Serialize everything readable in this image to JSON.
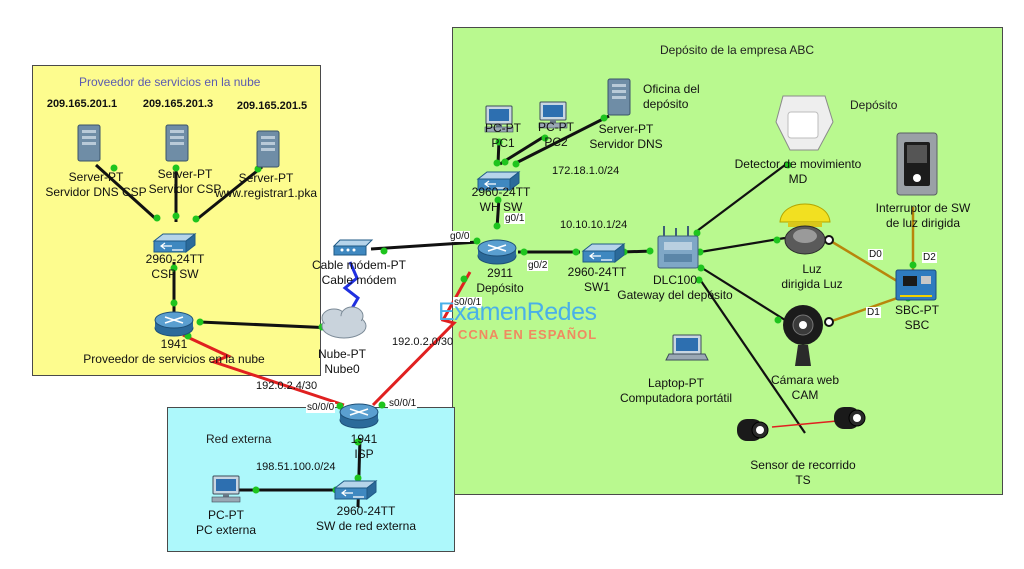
{
  "areas": {
    "cloud": "Proveedor de servicios en la nube",
    "abc": "Depósito de la empresa ABC",
    "external": "Red externa",
    "deposito_zone": "Depósito"
  },
  "networks": {
    "dns_ip": "209.165.201.1",
    "csp_ip": "209.165.201.3",
    "registrar_ip": "209.165.201.5",
    "wh_lan": "172.18.1.0/24",
    "iot_lan": "10.10.10.1/24",
    "isp_wan_dep": "192.0.2.0/30",
    "isp_wan_cloud": "192.0.2.4/30",
    "ext_lan": "198.51.100.0/24"
  },
  "ports": {
    "g00": "g0/0",
    "g01": "g0/1",
    "g02": "g0/2",
    "s001_dep": "s0/0/1",
    "s000_isp": "s0/0/0",
    "s001_isp": "s0/0/1",
    "d0": "D0",
    "d1": "D1",
    "d2": "D2"
  },
  "devices": {
    "dns_server": {
      "model": "Server-PT",
      "name": "Servidor DNS CSP"
    },
    "csp_server": {
      "model": "Server-PT",
      "name": "Servidor CSP"
    },
    "reg_server": {
      "model": "Server-PT",
      "name": "www.registrar1.pka"
    },
    "csp_sw": {
      "model": "2960-24TT",
      "name": "CSP SW"
    },
    "csp_router": {
      "model": "1941",
      "name": "Proveedor de servicios en la nube"
    },
    "cable_modem": {
      "model": "Cable módem-PT",
      "name": "Cable módem"
    },
    "cloud": {
      "model": "Nube-PT",
      "name": "Nube0"
    },
    "pc1": {
      "model": "PC-PT",
      "name": "PC1"
    },
    "pc2": {
      "model": "PC-PT",
      "name": "PC2"
    },
    "wh_dns": {
      "model": "Server-PT",
      "name": "Servidor DNS"
    },
    "office": "Oficina del depósito",
    "wh_sw": {
      "model": "2960-24TT",
      "name": "WH SW"
    },
    "dep_router": {
      "model": "2911",
      "name": "Depósito"
    },
    "sw1": {
      "model": "2960-24TT",
      "name": "SW1"
    },
    "dlc": {
      "model": "DLC100",
      "name": "Gateway del depósito"
    },
    "motion": {
      "name": "Detector de movimiento",
      "id": "MD"
    },
    "light": {
      "name": "Luz",
      "id": "dirigida Luz"
    },
    "switch_sw": {
      "name": "Interruptor de SW",
      "id": "de luz dirigida"
    },
    "sbc": {
      "model": "SBC-PT",
      "name": "SBC"
    },
    "webcam": {
      "name": "Cámara web",
      "id": "CAM"
    },
    "laptop": {
      "model": "Laptop-PT",
      "name": "Computadora portátil"
    },
    "tripwire": {
      "name": "Sensor de recorrido",
      "id": "TS"
    },
    "isp": {
      "model": "1941",
      "name": "ISP"
    },
    "ext_pc": {
      "model": "PC-PT",
      "name": "PC externa"
    },
    "ext_sw": {
      "model": "2960-24TT",
      "name": "SW de red externa"
    }
  },
  "watermark": {
    "brand": "ExamenRedes",
    "tagline": "CCNA EN ESPAÑOL"
  },
  "colors": {
    "cloud_area": "#fdfc8e",
    "abc_area": "#b9f98f",
    "external_area": "#adf8fb",
    "link_ok": "#1ec41e",
    "serial_link": "#e02020",
    "coax_link": "#2030e0",
    "iot_link": "#b8860b"
  }
}
